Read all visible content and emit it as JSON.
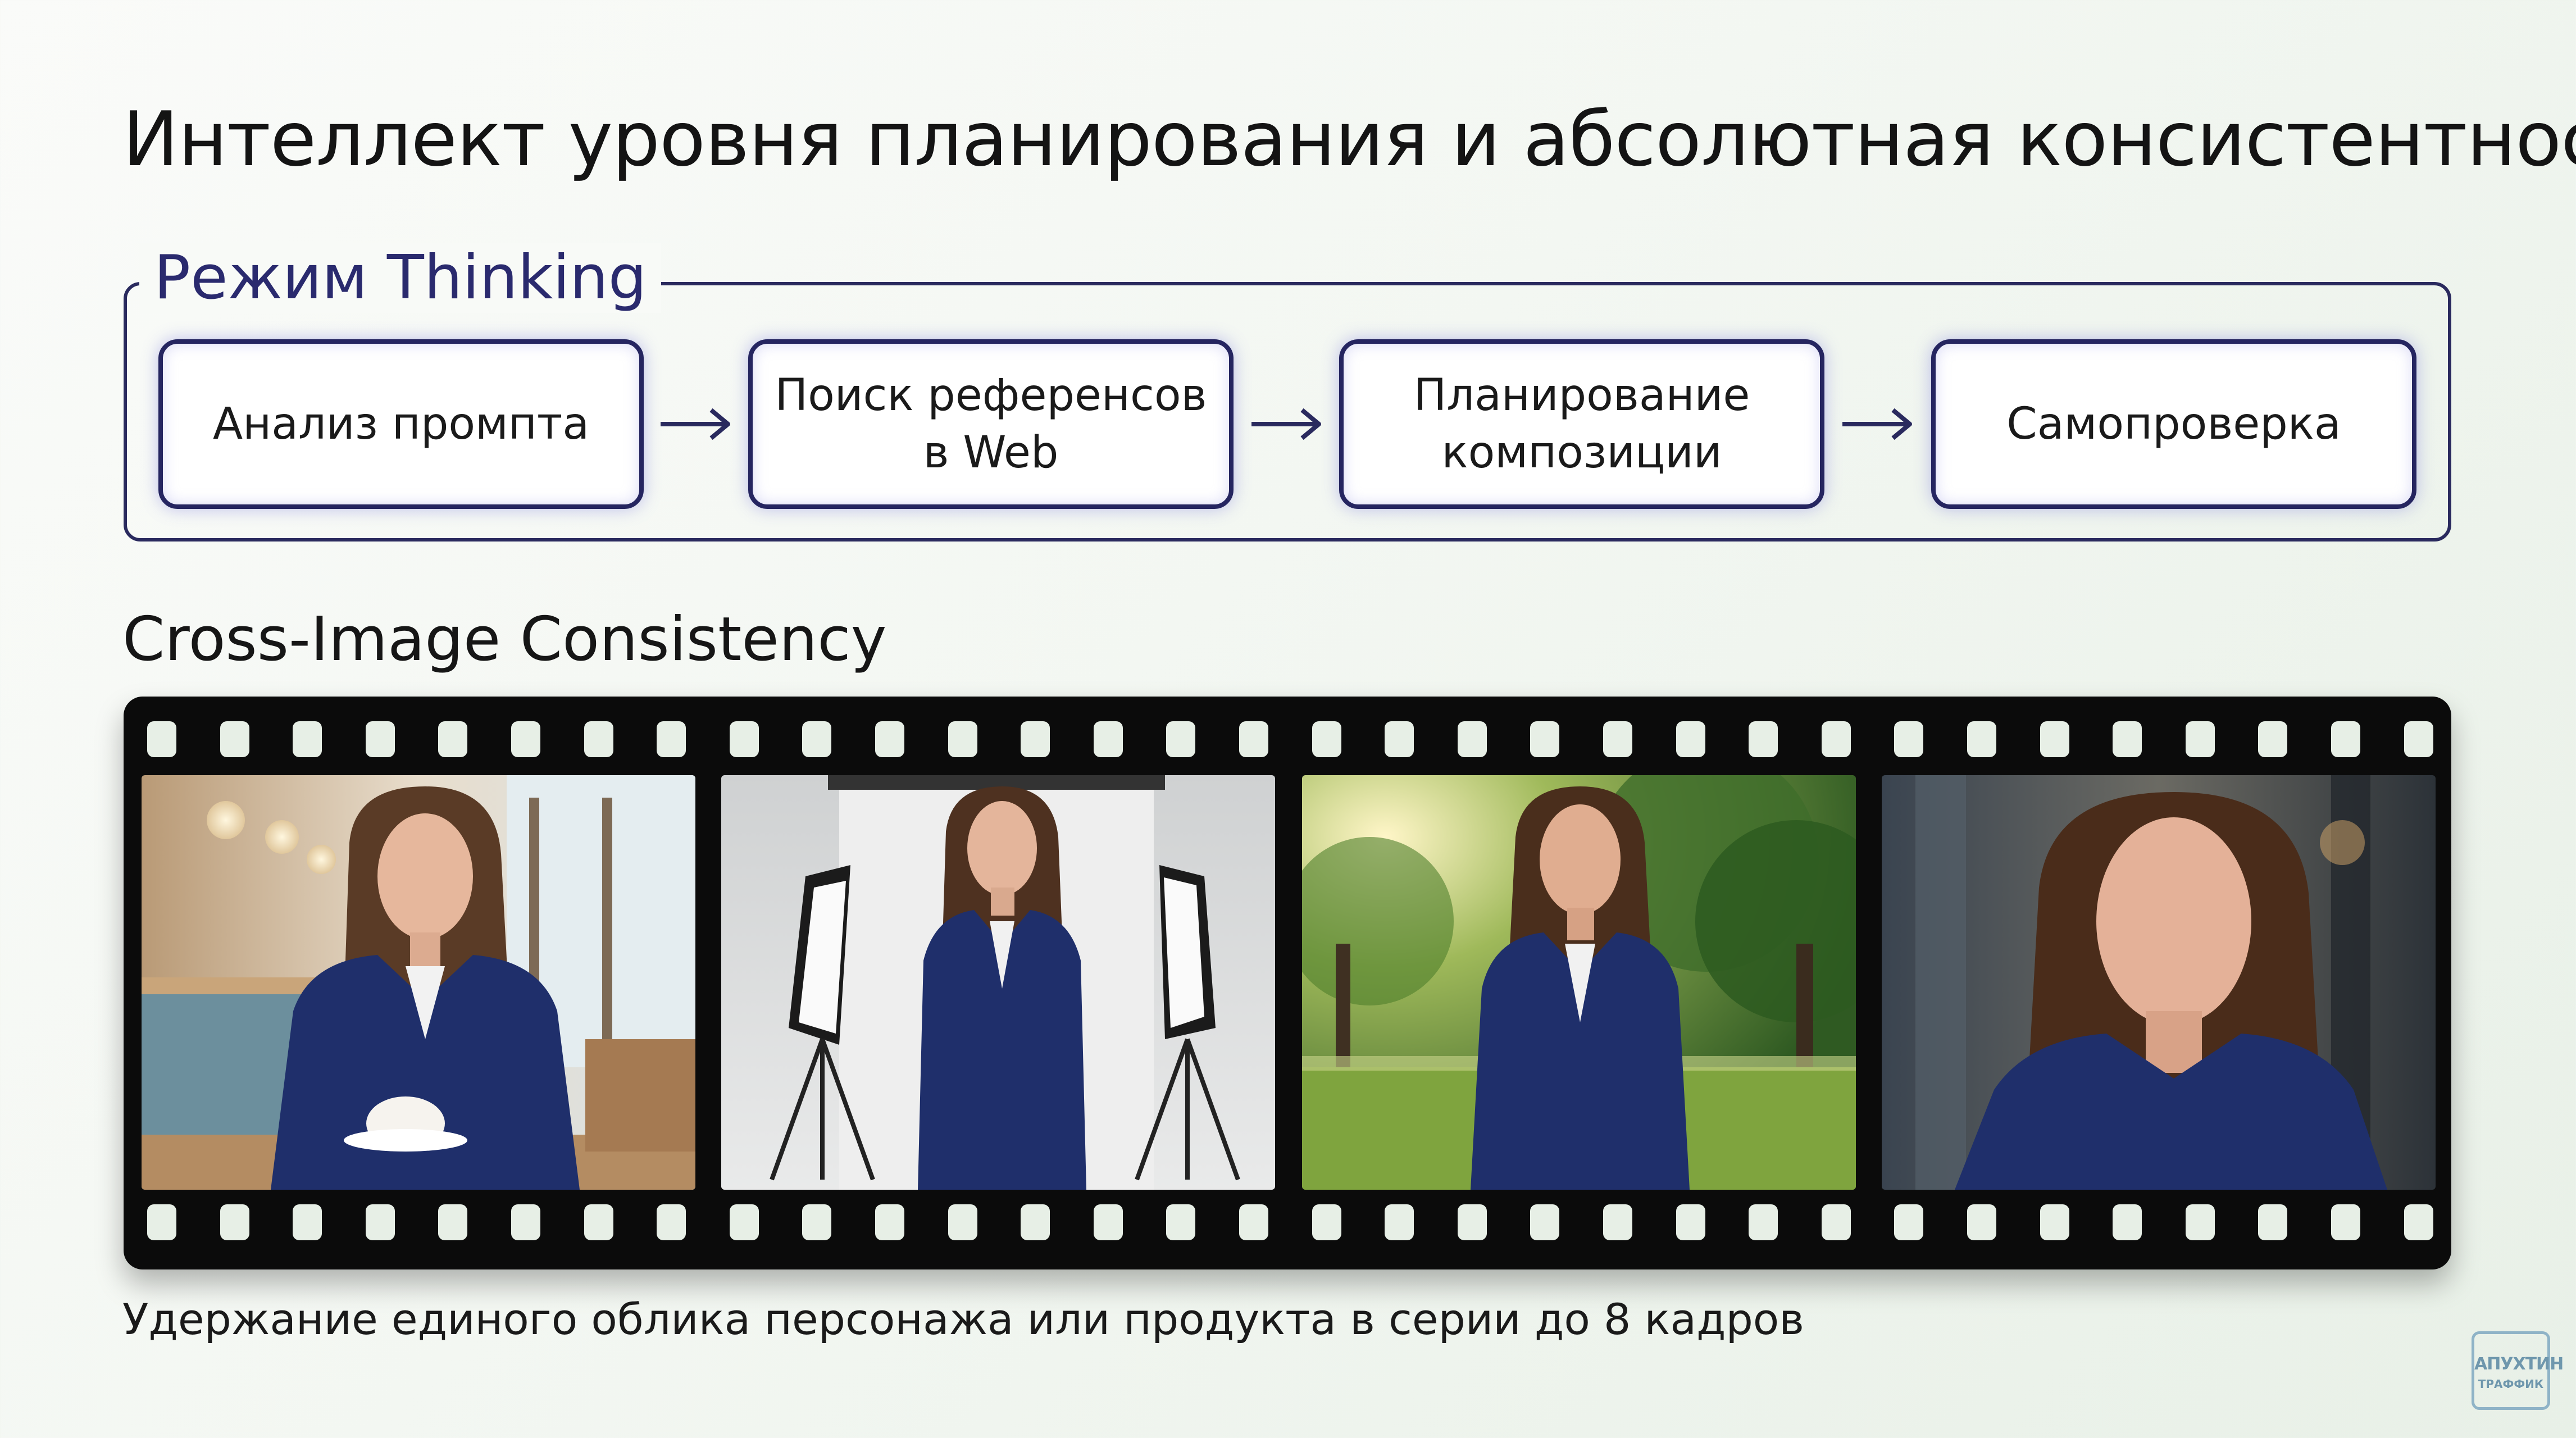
{
  "title": "Интеллект уровня планирования и абсолютная консистентность",
  "thinking": {
    "label": "Режим Thinking",
    "steps": [
      "Анализ промпта",
      "Поиск референсов\nв Web",
      "Планирование\nкомпозиции",
      "Самопроверка"
    ]
  },
  "consistency": {
    "label": "Cross-Image Consistency",
    "frames": [
      {
        "scene": "cafe",
        "description_icon": "woman-in-cafe-photo"
      },
      {
        "scene": "studio",
        "description_icon": "woman-in-studio-photo"
      },
      {
        "scene": "park",
        "description_icon": "woman-in-park-photo"
      },
      {
        "scene": "portrait",
        "description_icon": "woman-portrait-photo"
      }
    ]
  },
  "caption": "Удержание единого облика персонажа или продукта в серии до 8 кадров",
  "logo": {
    "line1": "АПУХТИН",
    "line2": "ТРАФФИК"
  },
  "colors": {
    "accent": "#252560",
    "film": "#0b0b0b",
    "blazer": "#1f2f6b"
  }
}
